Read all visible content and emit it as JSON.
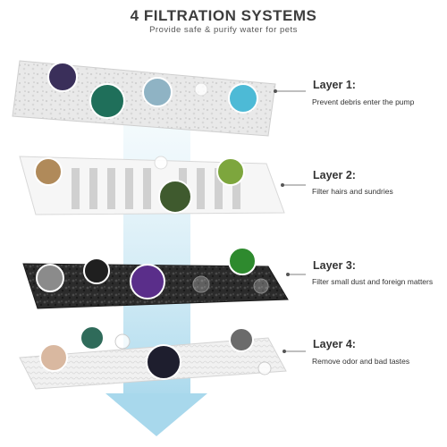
{
  "header": {
    "title": "4 FILTRATION SYSTEMS",
    "subtitle": "Provide safe & purify water for pets"
  },
  "layers": [
    {
      "title": "Layer 1:",
      "description": "Prevent debris enter the pump"
    },
    {
      "title": "Layer 2:",
      "description": "Filter hairs and sundries"
    },
    {
      "title": "Layer 3:",
      "description": "Filter small dust and foreign matters"
    },
    {
      "title": "Layer 4:",
      "description": "Remove odor and bad tastes"
    }
  ],
  "colors": {
    "water_flow": "#bfe3f2",
    "filter_white": "#eeeeee",
    "filter_black": "#2a2a2a",
    "connector": "#555555"
  }
}
